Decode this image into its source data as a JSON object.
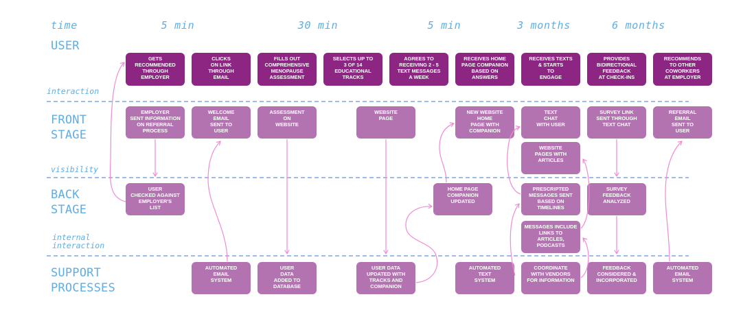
{
  "time": {
    "label": "time",
    "stages": [
      "5 min",
      "30 min",
      "5 min",
      "3 months",
      "6 months"
    ]
  },
  "lanes": {
    "user": "USER",
    "line_of_interaction": "interaction",
    "front_stage": "FRONT\nSTAGE",
    "line_of_visibility": "visibility",
    "back_stage": "BACK\nSTAGE",
    "line_of_internal_interaction": "internal\ninteraction",
    "support_processes": "SUPPORT\nPROCESSES"
  },
  "user_actions": [
    "GETS\nRECOMMENDED\nTHROUGH\nEMPLOYER",
    "CLICKS\nON LINK\nTHROUGH\nEMAIL",
    "FILLS OUT\nCOMPREHENSIVE\nMENOPAUSE\nASSESSMENT",
    "SELECTS UP TO\n3 OF 14\nEDUCATIONAL\nTRACKS",
    "AGREES TO\nRECEIVING 2 - 5\nTEXT MESSAGES\nA WEEK",
    "RECEIVES HOME\nPAGE COMPANION\nBASED ON\nANSWERS",
    "RECEIVES TEXTS\n& STARTS\nTO\nENGAGE",
    "PROVIDES\nBIDIRECTIONAL\nFEEDBACK\nAT CHECK-INS",
    "RECOMMENDS\nTO OTHER\nCOWORKERS\nAT EMPLOYER"
  ],
  "front_stage": [
    "EMPLOYER\nSENT INFORMATION\nON REFERRAL\nPROCESS",
    "WELCOME\nEMAIL\nSENT TO\nUSER",
    "ASSESSMENT\nON\nWEBSITE",
    "WEBSITE\nPAGE",
    "NEW WEBSITE\nHOME\nPAGE WITH\nCOMPANION",
    "TEXT\nCHAT\nWITH USER",
    "WEBSITE\nPAGES WITH\nARTICLES",
    "SURVEY LINK\nSENT THROUGH\nTEXT CHAT",
    "REFERRAL\nEMAIL\nSENT TO\nUSER"
  ],
  "back_stage": [
    "USER\nCHECKED AGAINST\nEMPLOYER'S\nLIST",
    "HOME PAGE\nCOMPANION\nUPDATED",
    "PRESCRIPTED\nMESSAGES SENT\nBASED ON\nTIMELINES",
    "MESSAGES INCLUDE\nLINKS TO\nARTICLES,\nPODCASTS",
    "SURVEY\nFEEDBACK\nANALYZED"
  ],
  "support_processes": [
    "AUTOMATED\nEMAIL\nSYSTEM",
    "USER\nDATA\nADDED TO\nDATABASE",
    "USER DATA\nUPDATED WITH\nTRACKS AND\nCOMPANION",
    "AUTOMATED\nTEXT\nSYSTEM",
    "COORDINATE\nWITH VENDORS\nFOR INFORMATION",
    "FEEDBACK\nCONSIDERED &\nINCORPORATED",
    "AUTOMATED\nEMAIL\nSYSTEM"
  ],
  "colors": {
    "user_box": "#8c2682",
    "stage_box": "#b373b1",
    "arrow": "#f08ad6",
    "label": "#5eaee6",
    "divider": "#7ea6e0",
    "background": "#ffffff",
    "box_text": "#ffffff"
  }
}
